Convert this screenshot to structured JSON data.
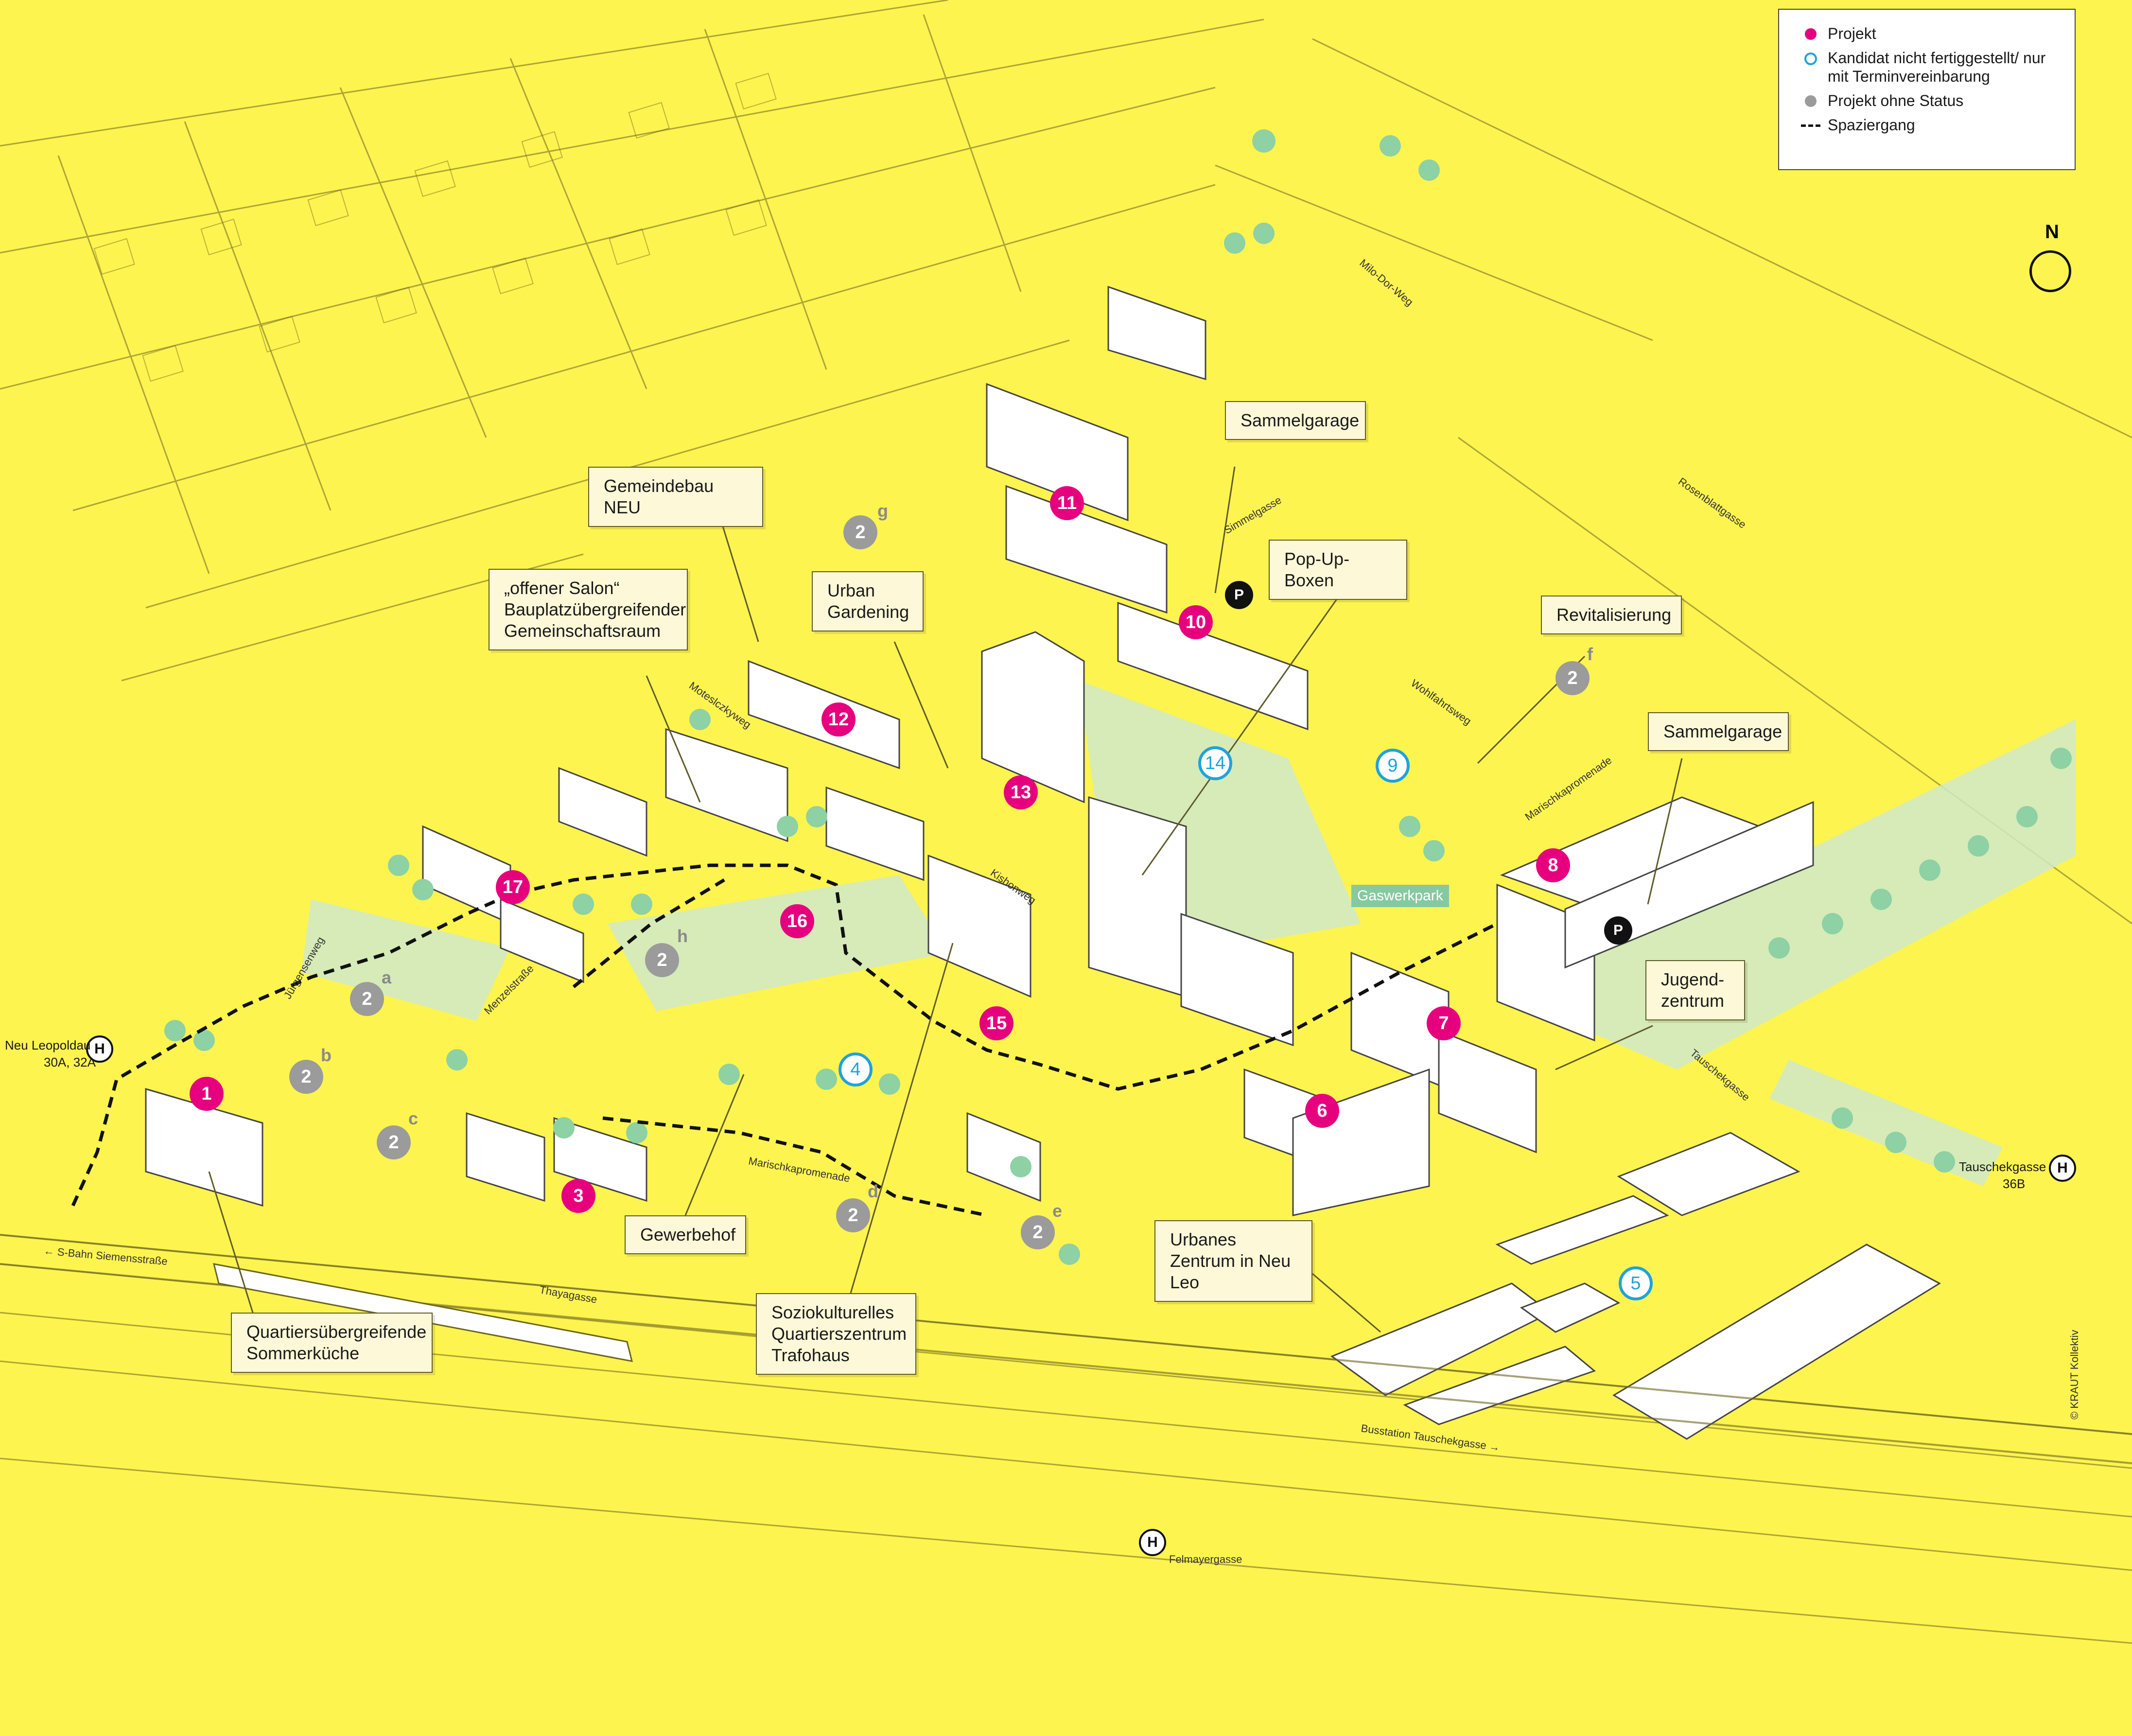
{
  "legend": {
    "project": "Projekt",
    "candidate": "Kandidat nicht fertiggestellt/ nur mit Terminvereinbarung",
    "no_status": "Projekt ohne Status",
    "walk": "Spaziergang"
  },
  "north": "N",
  "copyright": "© KRAUT Kollektiv",
  "park": "Gaswerkpark",
  "parking_symbol": "P",
  "halt_symbol": "H",
  "callouts": {
    "gemeindebau": "Gemeindebau NEU",
    "salon": "„offener Salon“ Bauplatzübergreifender Gemeinschaftsraum",
    "urban_gardening": "Urban Gardening",
    "sammelgarage_1": "Sammelgarage",
    "popup": "Pop-Up-Boxen",
    "revitalisierung": "Revitalisierung",
    "sammelgarage_2": "Sammelgarage",
    "jugendzentrum": "Jugend- zentrum",
    "urbanes_zentrum": "Urbanes Zentrum in Neu Leo",
    "gewerbehof": "Gewerbehof",
    "trafohaus": "Soziokulturelles Quartierszentrum Trafohaus",
    "sommerkueche": "Quartiersübergreifende Sommerküche"
  },
  "markers": {
    "pink": [
      "1",
      "3",
      "6",
      "7",
      "8",
      "10",
      "11",
      "12",
      "13",
      "15",
      "16",
      "17"
    ],
    "blue": [
      "4",
      "5",
      "9",
      "14"
    ],
    "gray": "2",
    "gray_subs": [
      "a",
      "b",
      "c",
      "d",
      "e",
      "f",
      "g",
      "h"
    ]
  },
  "streets": {
    "milo": "Milo-Dor-Weg",
    "simmel": "Simmelgasse",
    "rosenblatt": "Rosenblattgasse",
    "wohlfahrt": "Wohlfahrtsweg",
    "marischka_1": "Marischkapromenade",
    "marischka_2": "Marischkapromenade",
    "tauschek": "Tauschekgasse",
    "moteslczky": "Moteslczkyweg",
    "kishon": "Kishonweg",
    "juergensen": "Jürgensenweg",
    "menzel": "Menzelstraße",
    "thaya": "Thayagasse",
    "sbahn": "← S-Bahn Siemensstraße",
    "bus": "Busstation Tauschekgasse →",
    "felmayer": "Felmayergasse"
  },
  "stops": {
    "neu_leopoldau": "Neu Leopoldau",
    "neu_leopoldau_lines": "30A, 32A",
    "tauschekgasse": "Tauschekgasse",
    "tauschekgasse_line": "36B"
  }
}
